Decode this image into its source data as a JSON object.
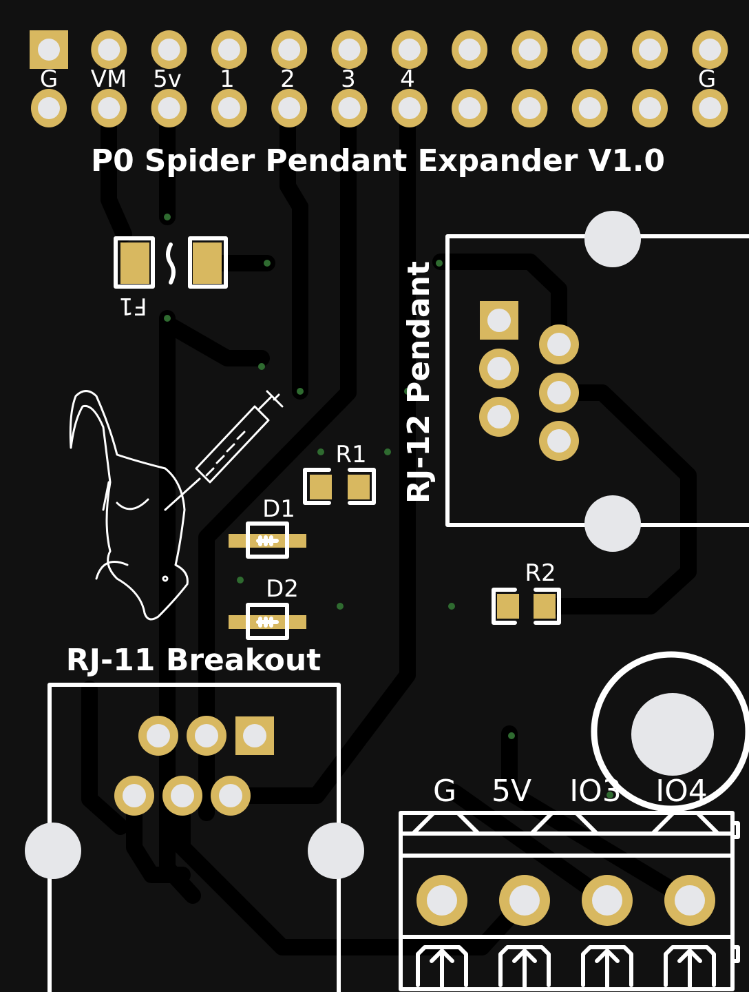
{
  "board": {
    "title": "P0 Spider Pendant Expander V1.0",
    "colors": {
      "substrate": "#111111",
      "copper_pad": "#d8b860",
      "drill": "#e6e7ea",
      "silkscreen": "#ffffff",
      "via": "#2f6b30"
    }
  },
  "header": {
    "top_labels": [
      "G",
      "VM",
      "5v",
      "1",
      "2",
      "3",
      "4"
    ],
    "right_label": "G",
    "pin_count": 24
  },
  "components": {
    "fuse": "F1",
    "r1": "R1",
    "r2": "R2",
    "d1": "D1",
    "d2": "D2"
  },
  "rj12": {
    "label": "RJ-12 Pendant"
  },
  "rj11": {
    "label": "RJ-11 Breakout"
  },
  "terminal": {
    "labels": [
      "G",
      "5V",
      "IO3",
      "IO4"
    ]
  }
}
